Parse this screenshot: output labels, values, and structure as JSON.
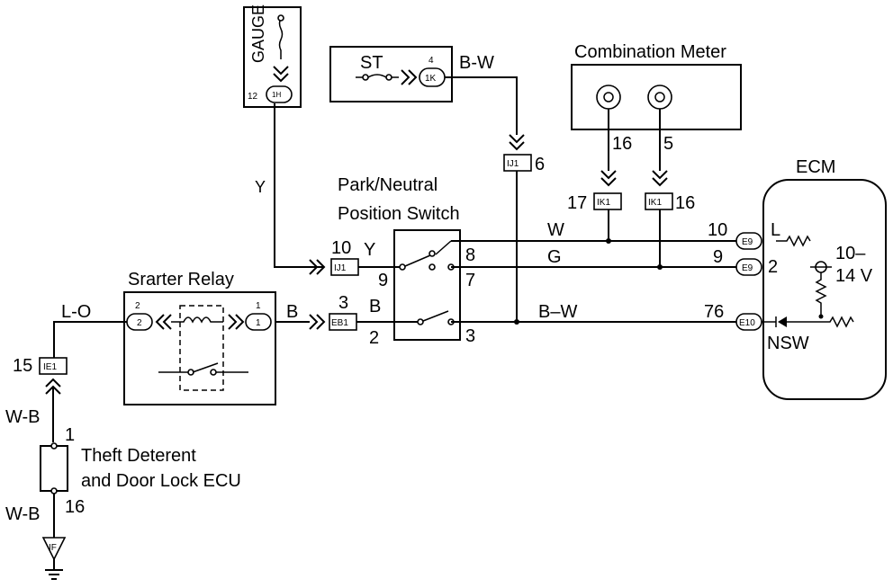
{
  "components": {
    "gauge": "GAUGE",
    "st": "ST",
    "combination_meter": "Combination Meter",
    "ecm": "ECM",
    "park_neutral_line1": "Park/Neutral",
    "park_neutral_line2": "Position Switch",
    "starter_relay": "Srarter Relay",
    "theft_line1": "Theft Deterent",
    "theft_line2": "and Door Lock ECU",
    "nsw": "NSW",
    "voltage_line1": "10–",
    "voltage_line2": "14 V"
  },
  "connectors": {
    "c1H": "1H",
    "c1K": "1K",
    "cIJ1a": "IJ1",
    "cIJ1b": "IJ1",
    "cIK1a": "IK1",
    "cIK1b": "IK1",
    "cE9a": "E9",
    "cE9b": "E9",
    "cE10": "E10",
    "cEB1": "EB1",
    "cIE1": "IE1",
    "r2": "2",
    "r1": "1"
  },
  "pins": {
    "p12": "12",
    "p4": "4",
    "p6": "6",
    "p16a": "16",
    "p5": "5",
    "p17": "17",
    "p16b": "16",
    "p10a": "10",
    "p10b": "10",
    "p9a": "9",
    "p9b": "9",
    "p8": "8",
    "p7": "7",
    "p3a": "3",
    "p3b": "3",
    "p2a": "2",
    "p2b": "2",
    "p76": "76",
    "p2relay": "2",
    "p1relay": "1",
    "p15": "15",
    "p1": "1",
    "p16c": "16"
  },
  "wires": {
    "y_vert": "Y",
    "y_horiz": "Y",
    "bw_top": "B-W",
    "w": "W",
    "g": "G",
    "bw_mid": "B–W",
    "b1": "B",
    "b2": "B",
    "lo": "L-O",
    "wb1": "W-B",
    "wb2": "W-B",
    "l": "L"
  }
}
